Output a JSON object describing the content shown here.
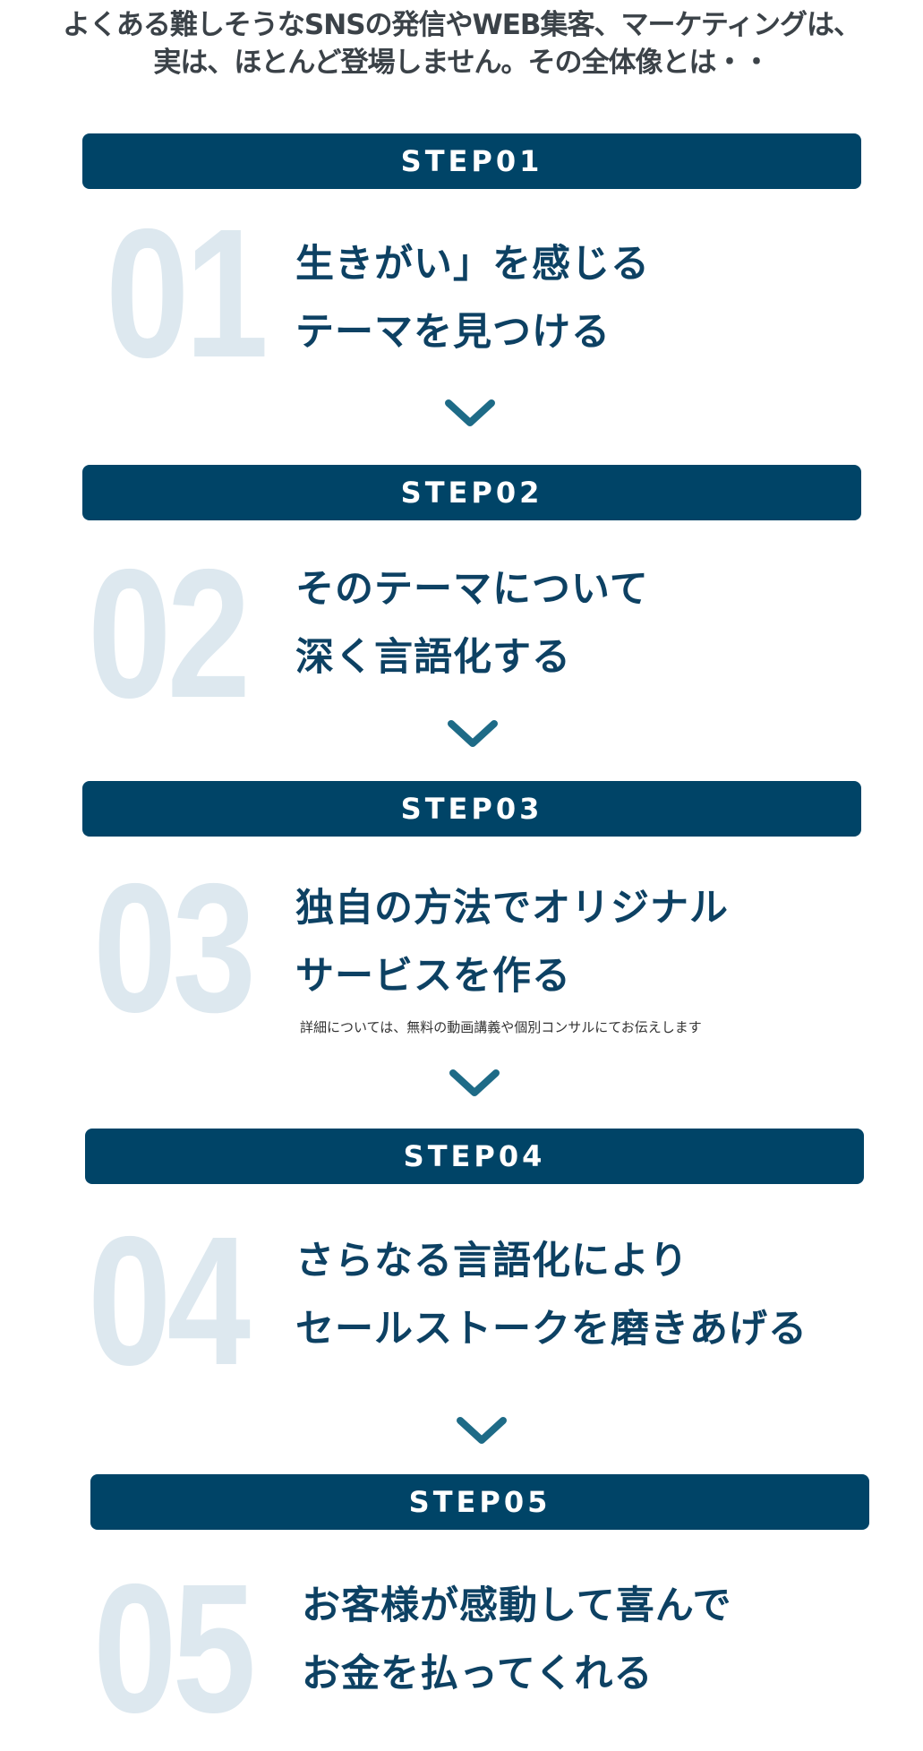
{
  "intro": {
    "line1": "よくある難しそうなSNSの発信やWEB集客、マーケティングは、",
    "line2": "実は、ほとんど登場しません。その全体像とは・・"
  },
  "colors": {
    "bar": "#004467",
    "number": "#dde8ef",
    "heading": "#0d4163",
    "chevron": "#1e6b87"
  },
  "steps": [
    {
      "label": "STEP01",
      "number": "01",
      "line1": "生きがい」を感じる",
      "line2": "テーマを見つける"
    },
    {
      "label": "STEP02",
      "number": "02",
      "line1": "そのテーマについて",
      "line2": "深く言語化する"
    },
    {
      "label": "STEP03",
      "number": "03",
      "line1": "独自の方法でオリジナル",
      "line2": "サービスを作る",
      "note": "詳細については、無料の動画講義や個別コンサルにてお伝えします"
    },
    {
      "label": "STEP04",
      "number": "04",
      "line1": "さらなる言語化により",
      "line2": "セールストークを磨きあげる"
    },
    {
      "label": "STEP05",
      "number": "05",
      "line1": "お客様が感動して喜んで",
      "line2": "お金を払ってくれる"
    }
  ]
}
